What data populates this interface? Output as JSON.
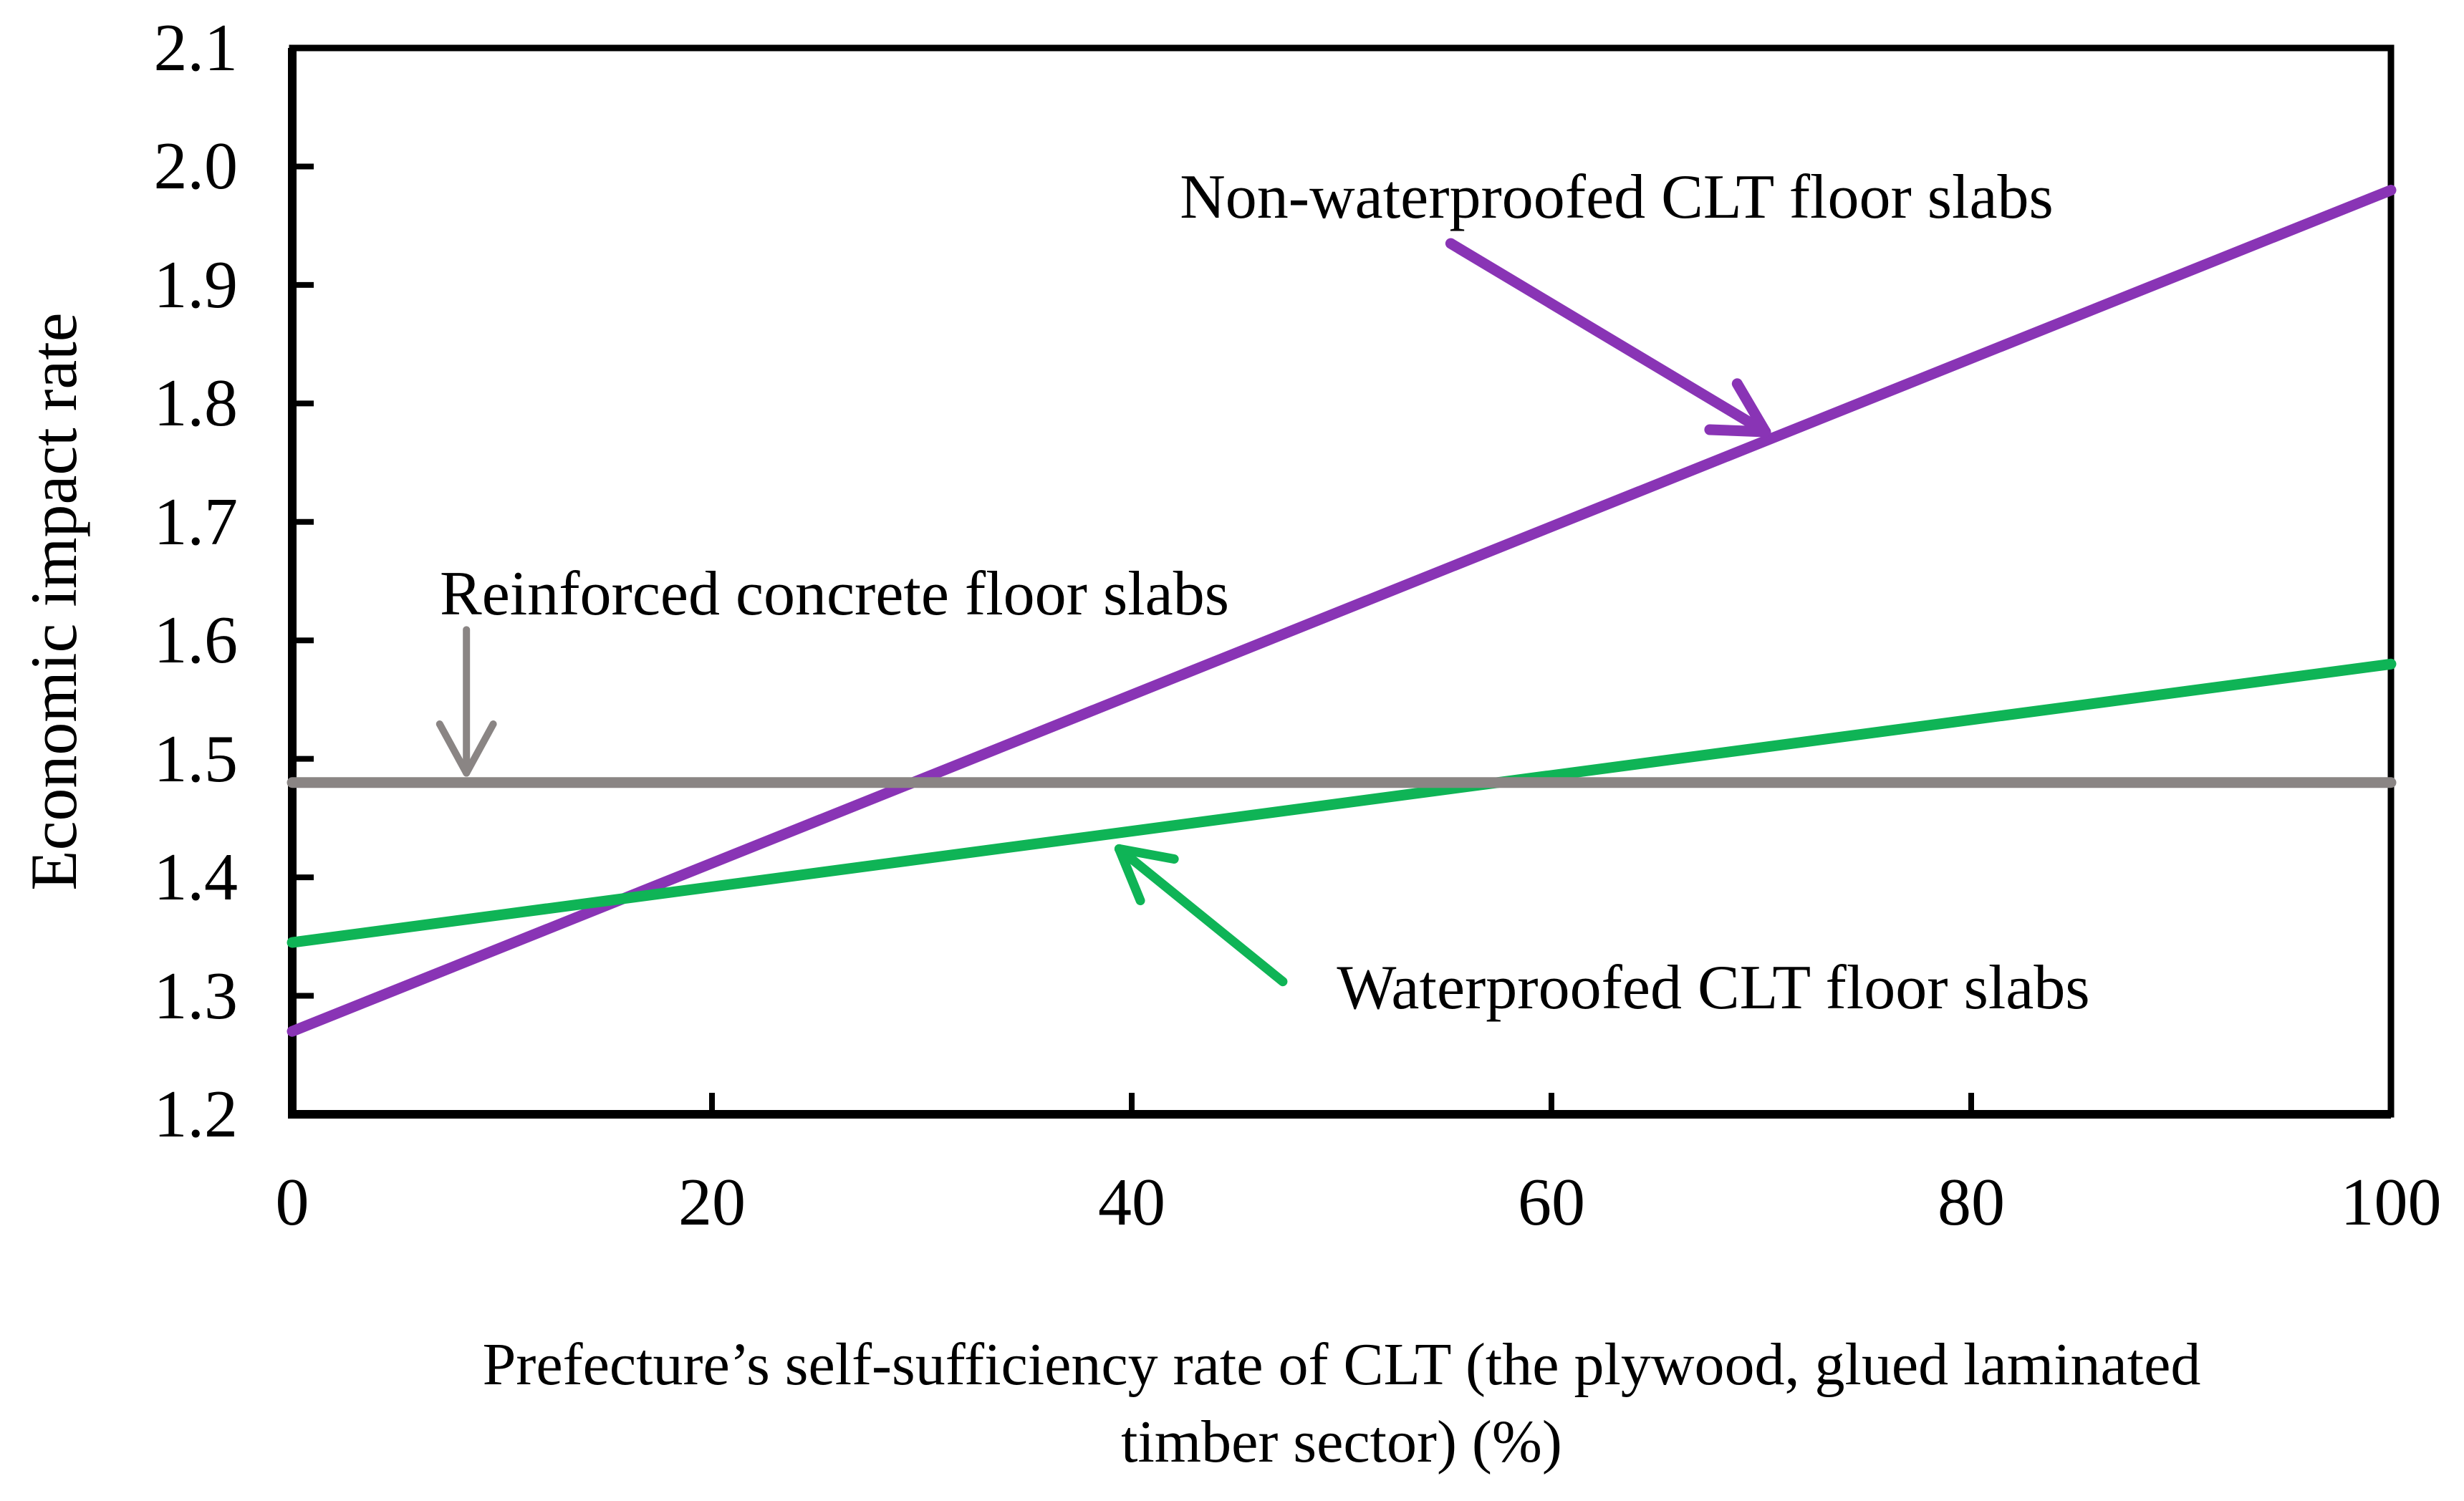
{
  "figure": {
    "background_color": "#ffffff",
    "text_color": "#000000",
    "axis_color": "#000000"
  },
  "chart_data": {
    "type": "line",
    "title": "",
    "xlabel": "Prefecture’s self-sufficiency rate of CLT (the plywood, glued laminated timber sector) (%)",
    "xlabel_line1": "Prefecture’s self-sufficiency rate of CLT (the plywood, glued laminated",
    "xlabel_line2": "timber sector) (%)",
    "ylabel": "Economic impact rate",
    "xlim": [
      0,
      100
    ],
    "ylim": [
      1.2,
      2.1
    ],
    "grid": false,
    "legend_position": "none",
    "x_ticks": [
      {
        "value": 0,
        "label": "0"
      },
      {
        "value": 20,
        "label": "20"
      },
      {
        "value": 40,
        "label": "40"
      },
      {
        "value": 60,
        "label": "60"
      },
      {
        "value": 80,
        "label": "80"
      },
      {
        "value": 100,
        "label": "100"
      }
    ],
    "y_ticks": [
      {
        "value": 1.2,
        "label": "1.2"
      },
      {
        "value": 1.3,
        "label": "1.3"
      },
      {
        "value": 1.4,
        "label": "1.4"
      },
      {
        "value": 1.5,
        "label": "1.5"
      },
      {
        "value": 1.6,
        "label": "1.6"
      },
      {
        "value": 1.7,
        "label": "1.7"
      },
      {
        "value": 1.8,
        "label": "1.8"
      },
      {
        "value": 1.9,
        "label": "1.9"
      },
      {
        "value": 2.0,
        "label": "2.0"
      },
      {
        "value": 2.1,
        "label": "2.1"
      }
    ],
    "series": [
      {
        "id": "non-waterproofed",
        "name": "Non-waterproofed CLT floor slabs",
        "color": "#8934B5",
        "x": [
          0,
          100
        ],
        "values": [
          1.27,
          1.98
        ]
      },
      {
        "id": "waterproofed",
        "name": "Waterproofed CLT floor slabs",
        "color": "#0FB456",
        "x": [
          0,
          100
        ],
        "values": [
          1.345,
          1.58
        ]
      },
      {
        "id": "reinforced-concrete",
        "name": "Reinforced concrete floor slabs",
        "color": "#8A8584",
        "x": [
          0,
          100
        ],
        "values": [
          1.48,
          1.48
        ]
      }
    ],
    "annotations": [
      {
        "id": "non-waterproofed",
        "label": "Non-waterproofed CLT floor slabs",
        "color": "#8934B5",
        "arrow": {
          "from": [
            55.2,
            1.935
          ],
          "to": [
            70.2,
            1.776
          ]
        }
      },
      {
        "id": "reinforced-concrete",
        "label": "Reinforced concrete floor slabs",
        "color": "#8A8584",
        "arrow": {
          "from": [
            8.3,
            1.609
          ],
          "to": [
            8.3,
            1.488
          ]
        }
      },
      {
        "id": "waterproofed",
        "label": "Waterproofed CLT floor slabs",
        "color": "#0FB456",
        "arrow": {
          "from": [
            47.2,
            1.312
          ],
          "to": [
            39.4,
            1.424
          ]
        }
      }
    ]
  }
}
